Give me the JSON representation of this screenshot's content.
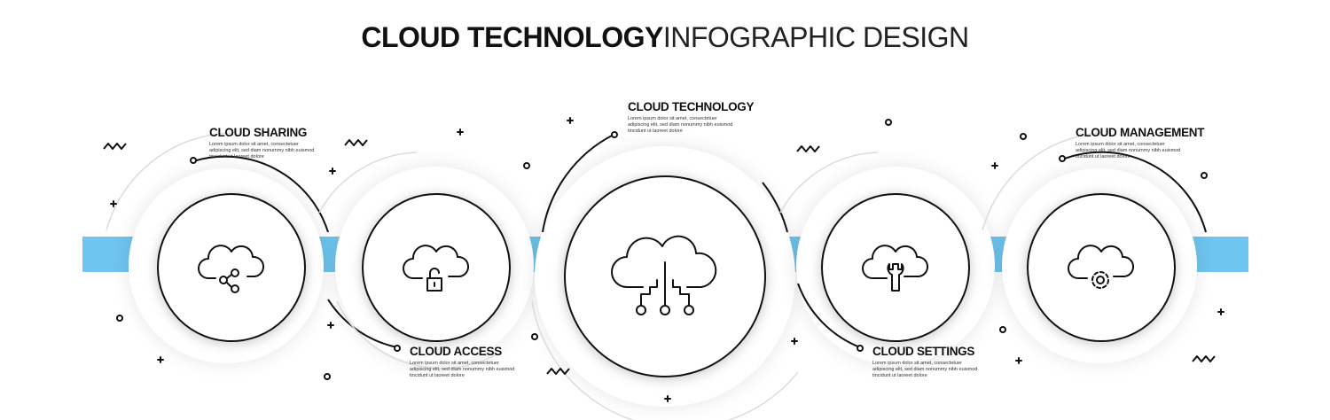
{
  "title": {
    "bold": "CLOUD TECHNOLOGY",
    "light": "INFOGRAPHIC  DESIGN"
  },
  "colors": {
    "band": "#6ec5ef",
    "stroke": "#111111",
    "ring": "#d9d9d9"
  },
  "steps": [
    {
      "heading": "CLOUD SHARING",
      "text": "Lorem ipsum dolor sit amet, consectetuer adipiscing elit, sed diam nonummy nibh euismod tincidunt ut laoreet dolore",
      "icon": "cloud-share-icon"
    },
    {
      "heading": "CLOUD ACCESS",
      "text": "Lorem ipsum dolor sit amet, consectetuer adipiscing elit, sed diam nonummy nibh euismod tincidunt ut laoreet dolore",
      "icon": "cloud-lock-icon"
    },
    {
      "heading": "CLOUD TECHNOLOGY",
      "text": "Lorem ipsum dolor sit amet, consectetuer adipiscing elit, sed diam nonummy nibh euismod tincidunt ut laoreet dolore",
      "icon": "cloud-network-icon"
    },
    {
      "heading": "CLOUD SETTINGS",
      "text": "Lorem ipsum dolor sit amet, consectetuer adipiscing elit, sed diam nonummy nibh euismod tincidunt ut laoreet dolore",
      "icon": "cloud-wrench-icon"
    },
    {
      "heading": "CLOUD MANAGEMENT",
      "text": "Lorem ipsum dolor sit amet, consectetuer adipiscing elit, sed diam nonummy nibh euismod tincidunt ut laoreet dolore",
      "icon": "cloud-gear-icon"
    }
  ]
}
